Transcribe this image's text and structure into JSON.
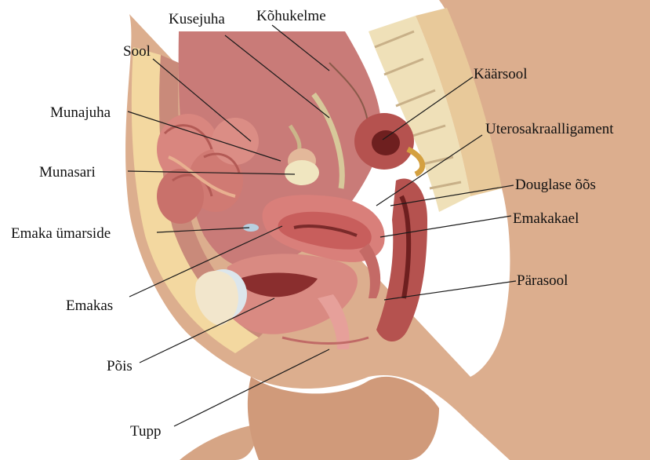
{
  "labels": {
    "kusejuha": "Kusejuha",
    "kohukelme": "Kõhukelme",
    "sool": "Sool",
    "munajuha": "Munajuha",
    "munasari": "Munasari",
    "emaka_umarside": "Emaka ümarside",
    "emakas": "Emakas",
    "pois": "Põis",
    "tupp": "Tupp",
    "kaarsool": "Käärsool",
    "uterosakraalligament": "Uterosakraalligament",
    "douglase_oos": "Douglase õõs",
    "emakakael": "Emakakael",
    "parasool": "Pärasool"
  }
}
